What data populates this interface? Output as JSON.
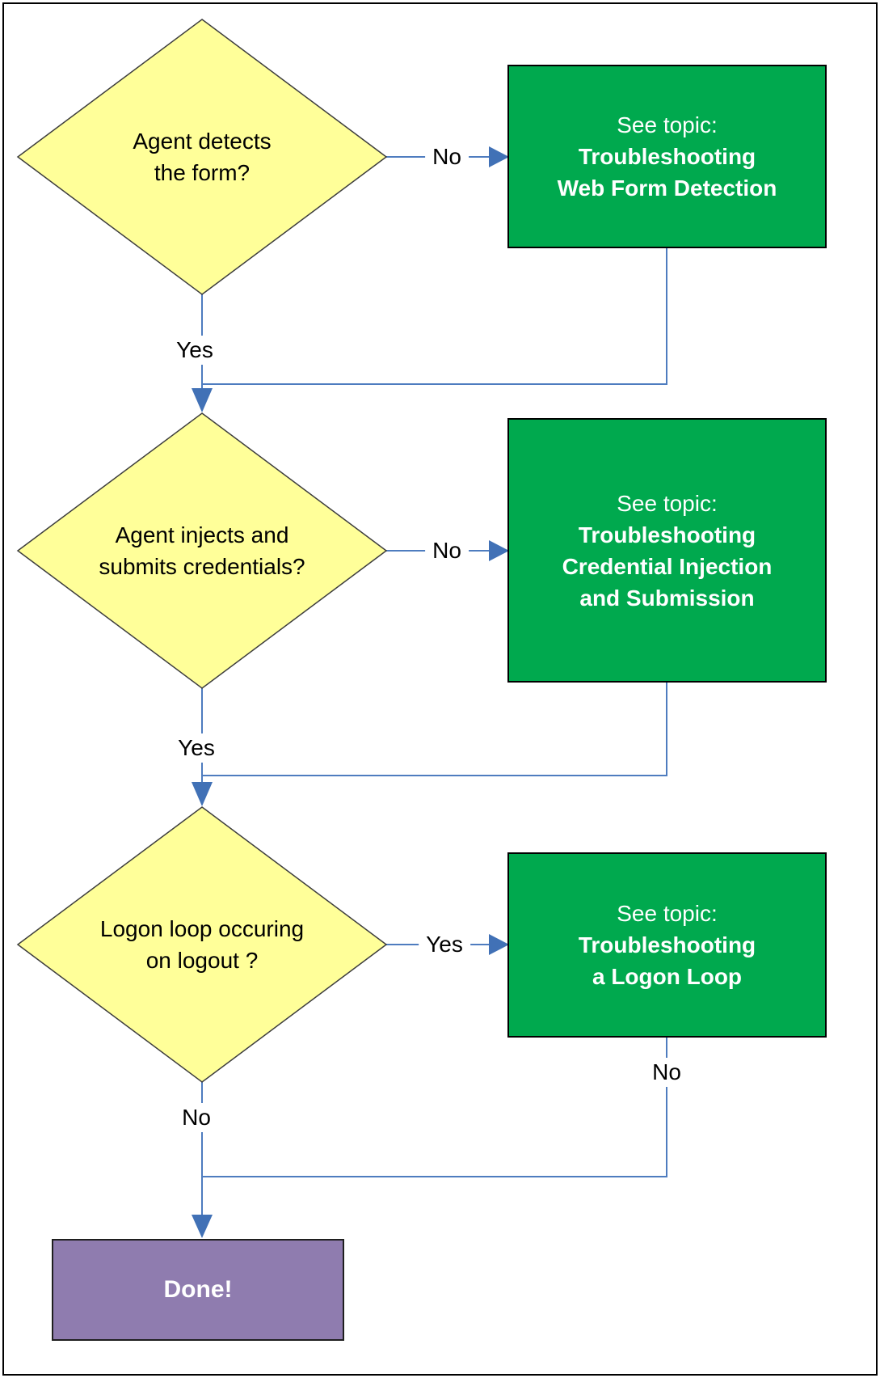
{
  "nodes": {
    "decision1": {
      "line1": "Agent detects",
      "line2": "the form?"
    },
    "decision2": {
      "line1": "Agent injects and",
      "line2": "submits credentials?"
    },
    "decision3": {
      "line1": "Logon loop occuring",
      "line2": "on logout ?"
    },
    "topic1": {
      "prefix": "See topic:",
      "line1": "Troubleshooting",
      "line2": "Web Form Detection"
    },
    "topic2": {
      "prefix": "See topic:",
      "line1": "Troubleshooting",
      "line2": "Credential Injection",
      "line3": "and Submission"
    },
    "topic3": {
      "prefix": "See topic:",
      "line1": "Troubleshooting",
      "line2": "a Logon Loop"
    },
    "terminal": {
      "label": "Done!"
    }
  },
  "edges": {
    "decision1_no": "No",
    "decision1_yes": "Yes",
    "decision2_no": "No",
    "decision2_yes": "Yes",
    "decision3_yes": "Yes",
    "decision3_no": "No",
    "topic3_no": "No"
  },
  "colors": {
    "decision_fill": "#FFFF99",
    "topic_fill": "#00A94E",
    "terminal_fill": "#8F7CAF",
    "connector": "#4E7CBF",
    "arrowhead": "#4171B6",
    "decision_text": "#000000",
    "topic_text": "#FFFFFF"
  }
}
